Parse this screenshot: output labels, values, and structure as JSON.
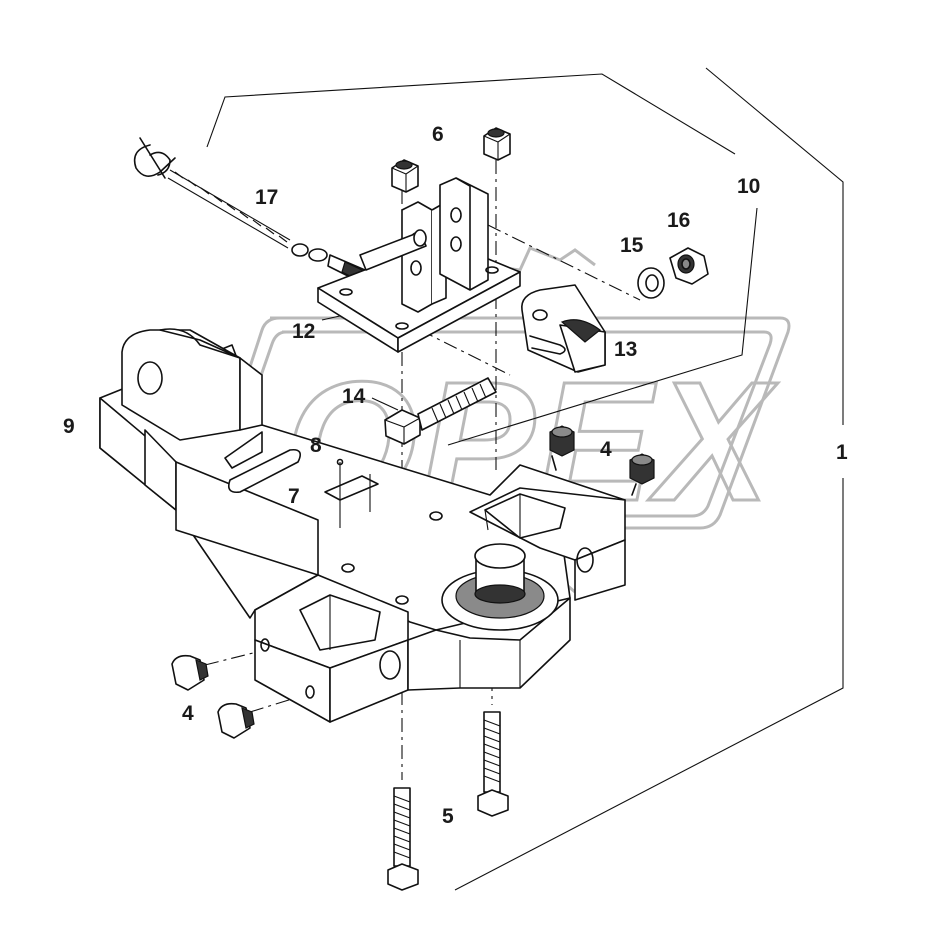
{
  "labels": {
    "l1": "1",
    "l4a": "4",
    "l4b": "4",
    "l5": "5",
    "l6": "6",
    "l7": "7",
    "l8": "8",
    "l9": "9",
    "l10": "10",
    "l12": "12",
    "l13": "13",
    "l14": "14",
    "l15": "15",
    "l16": "16",
    "l17": "17"
  },
  "watermark": {
    "text": "OPEX",
    "color": "#b9b9b9"
  }
}
